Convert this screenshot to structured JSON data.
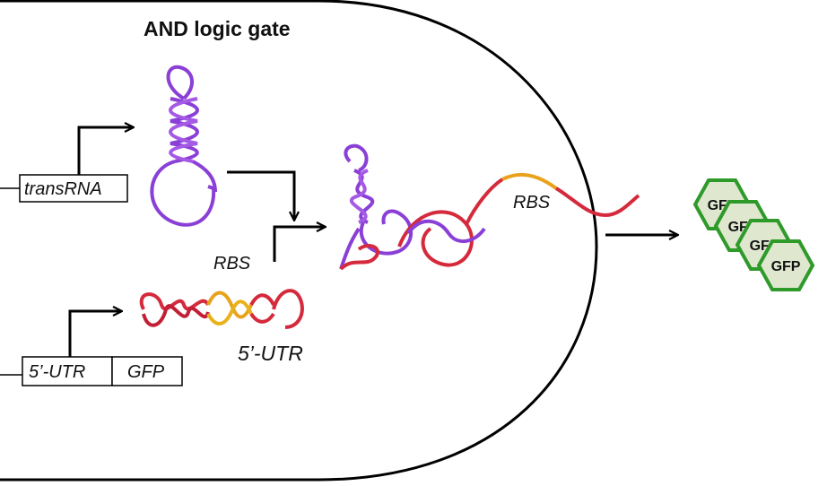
{
  "diagram": {
    "title": "AND logic gate",
    "gene_transrna": "transRNA",
    "gene_utr": "5’-UTR",
    "gene_gfp": "GFP",
    "label_rbs_input": "RBS",
    "label_utr_input": "5’-UTR",
    "label_rbs_complex": "RBS",
    "protein_labels": [
      "GFP",
      "GFP",
      "GFP",
      "GFP"
    ]
  },
  "colors": {
    "transrna": "#8a3fd6",
    "utr_rna": "#d42a3c",
    "rbs": "#e8a21c",
    "gfp_fill": "#dfe8cf",
    "gfp_stroke": "#2e9a2a"
  },
  "icons": [
    "promoter-arrow-icon",
    "flow-arrow-icon",
    "rna-helix-icon",
    "gfp-hexagon-icon"
  ]
}
